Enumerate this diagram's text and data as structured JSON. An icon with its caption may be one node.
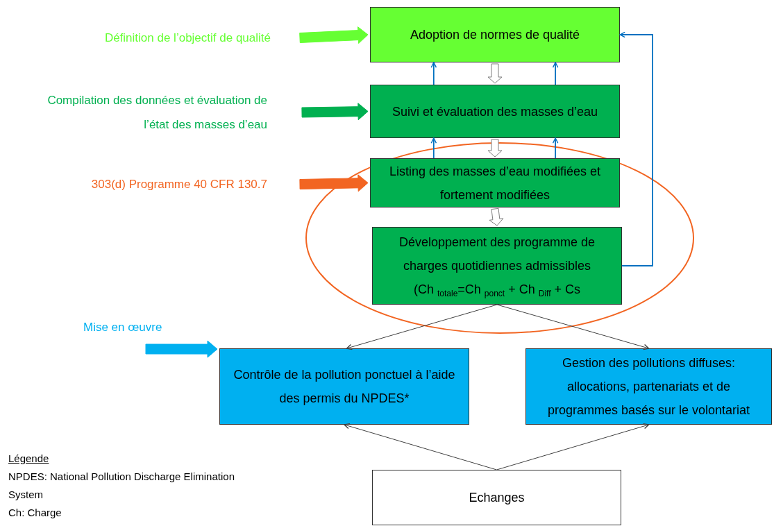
{
  "diagram": {
    "nodes": [
      {
        "text": [
          "Définition de l’objectif de qualité"
        ]
      },
      {
        "text": [
          "Adoption de normes de qualité"
        ]
      },
      {
        "text": [
          "Compilation des données et évaluation de l’état des masses d’eau"
        ]
      },
      {
        "text": [
          "Suivi et évaluation des masses d’eau"
        ]
      },
      {
        "text": [
          "303(d) Programme 40 CFR 130.7"
        ]
      },
      {
        "text": [
          "Listing des masses d’eau modifiées et fortement modifiées"
        ]
      },
      {
        "text": [
          "Développement des programme de charges quotidiennes admissibles",
          "(Ch $_{totale}$=Ch $_{ponct}$ + Ch $_{Diff}$ + Cs"
        ]
      },
      {
        "text": [
          "Mise en œuvre"
        ]
      },
      {
        "text": [
          "Contrôle de la pollution ponctuel à l’aide des permis du NPDES*"
        ]
      },
      {
        "text": [
          "Gestion des pollutions diffuses: allocations, partenariats et de programmes basés sur le volontariat"
        ]
      },
      {
        "text": [
          "Echanges"
        ]
      }
    ],
    "edges": [
      {
        "from": 0,
        "to": 1,
        "arrow": "to",
        "style": "thick",
        "color": "#66ff33"
      },
      {
        "from": 1,
        "to": 3,
        "arrow": "to",
        "style": "thick"
      },
      {
        "from": 3,
        "to": 1,
        "arrow": "to",
        "color": "#0070c0"
      },
      {
        "from": 3,
        "to": 1,
        "arrow": "to",
        "color": "#0070c0"
      },
      {
        "from": 2,
        "to": 3,
        "arrow": "to",
        "style": "thick",
        "color": "#00b050"
      },
      {
        "from": 3,
        "to": 5,
        "arrow": "to",
        "style": "thick"
      },
      {
        "from": 5,
        "to": 3,
        "arrow": "to",
        "color": "#0070c0"
      },
      {
        "from": 5,
        "to": 3,
        "arrow": "to",
        "color": "#0070c0"
      },
      {
        "from": 4,
        "to": 5,
        "arrow": "to",
        "style": "thick",
        "color": "#f26522"
      },
      {
        "from": 5,
        "to": 6,
        "arrow": "to",
        "style": "thick"
      },
      {
        "from": 6,
        "to": 1,
        "arrow": "to",
        "color": "#0070c0"
      },
      {
        "from": 6,
        "to": 8,
        "arrow": "to",
        "color": "#404040"
      },
      {
        "from": 6,
        "to": 9,
        "arrow": "to",
        "color": "#404040"
      },
      {
        "from": 7,
        "to": 8,
        "arrow": "to",
        "style": "thick",
        "color": "#00b0f0"
      },
      {
        "from": 10,
        "to": 8,
        "arrow": "to",
        "color": "#404040"
      },
      {
        "from": 10,
        "to": 9,
        "arrow": "to",
        "color": "#404040"
      }
    ],
    "labels": [
      "Légende",
      "NPDES: National Pollution Discharge Elimination System",
      "Ch: Charge"
    ]
  }
}
